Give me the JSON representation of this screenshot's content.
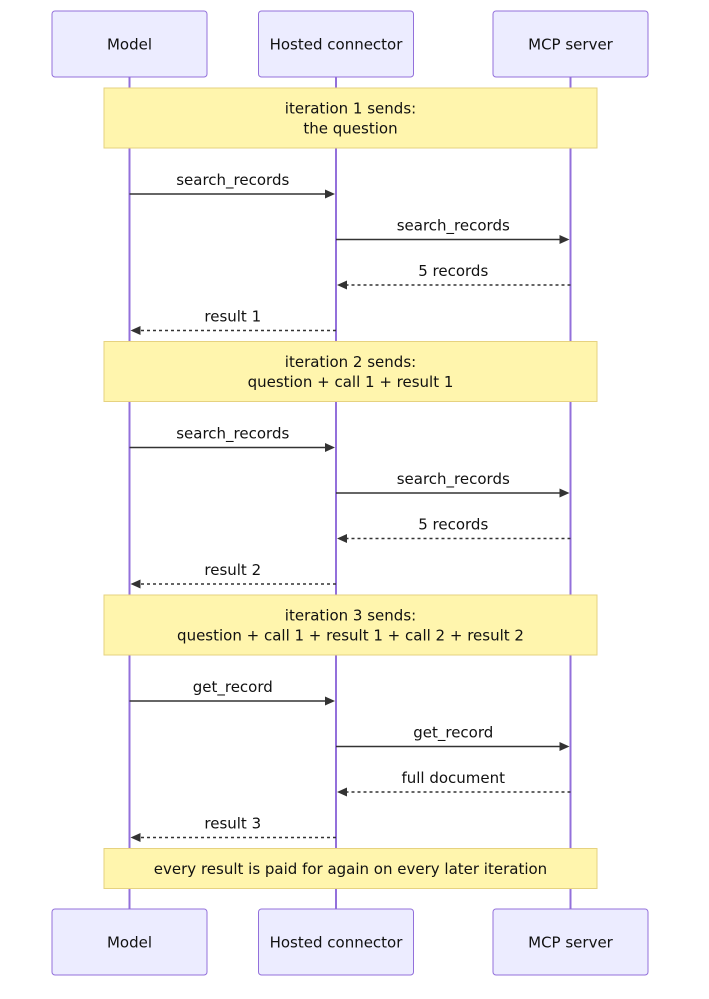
{
  "actors": [
    {
      "id": "model",
      "label": "Model"
    },
    {
      "id": "connector",
      "label": "Hosted connector"
    },
    {
      "id": "mcp",
      "label": "MCP server"
    }
  ],
  "sequence": [
    {
      "kind": "note",
      "lines": [
        "iteration 1 sends:",
        "the question"
      ]
    },
    {
      "kind": "msg",
      "from": "model",
      "to": "connector",
      "label": "search_records",
      "style": "solid"
    },
    {
      "kind": "msg",
      "from": "connector",
      "to": "mcp",
      "label": "search_records",
      "style": "solid"
    },
    {
      "kind": "msg",
      "from": "mcp",
      "to": "connector",
      "label": "5 records",
      "style": "dashed"
    },
    {
      "kind": "msg",
      "from": "connector",
      "to": "model",
      "label": "result 1",
      "style": "dashed"
    },
    {
      "kind": "note",
      "lines": [
        "iteration 2 sends:",
        "question + call 1 + result 1"
      ]
    },
    {
      "kind": "msg",
      "from": "model",
      "to": "connector",
      "label": "search_records",
      "style": "solid"
    },
    {
      "kind": "msg",
      "from": "connector",
      "to": "mcp",
      "label": "search_records",
      "style": "solid"
    },
    {
      "kind": "msg",
      "from": "mcp",
      "to": "connector",
      "label": "5 records",
      "style": "dashed"
    },
    {
      "kind": "msg",
      "from": "connector",
      "to": "model",
      "label": "result 2",
      "style": "dashed"
    },
    {
      "kind": "note",
      "lines": [
        "iteration 3 sends:",
        "question + call 1 + result 1 + call 2 + result 2"
      ]
    },
    {
      "kind": "msg",
      "from": "model",
      "to": "connector",
      "label": "get_record",
      "style": "solid"
    },
    {
      "kind": "msg",
      "from": "connector",
      "to": "mcp",
      "label": "get_record",
      "style": "solid"
    },
    {
      "kind": "msg",
      "from": "mcp",
      "to": "connector",
      "label": "full document",
      "style": "dashed"
    },
    {
      "kind": "msg",
      "from": "connector",
      "to": "model",
      "label": "result 3",
      "style": "dashed"
    },
    {
      "kind": "note",
      "lines": [
        "every result is paid for again on every later iteration"
      ]
    }
  ],
  "colors": {
    "actor_fill": "#ECECFF",
    "actor_stroke": "#9370DB",
    "lifeline": "#9370DB",
    "note_fill": "#FFF5AD",
    "note_stroke": "#E6D280",
    "arrow": "#333333"
  }
}
